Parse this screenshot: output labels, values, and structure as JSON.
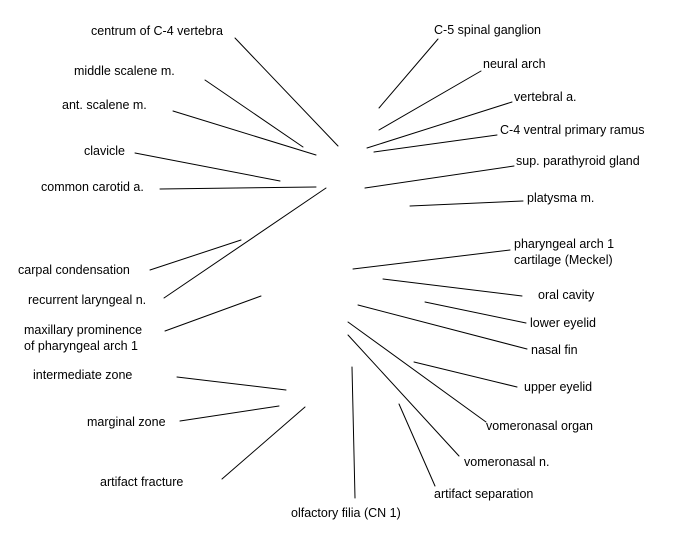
{
  "colors": {
    "background": "#ffffff",
    "text": "#000000",
    "leader_line": "#000000"
  },
  "labels": {
    "centrum": "centrum of C-4 vertebra",
    "middle_scalene": "middle scalene m.",
    "ant_scalene": "ant. scalene m.",
    "clavicle": "clavicle",
    "common_carotid": "common carotid a.",
    "carpal_condensation": "carpal condensation",
    "recurrent_laryngeal": "recurrent laryngeal n.",
    "maxillary_prominence": "maxillary prominence\nof pharyngeal arch 1",
    "intermediate_zone": "intermediate zone",
    "marginal_zone": "marginal zone",
    "artifact_fracture": "artifact fracture",
    "olfactory_filia": "olfactory filia (CN 1)",
    "c5_ganglion": "C-5 spinal ganglion",
    "neural_arch": "neural arch",
    "vertebral_a": "vertebral a.",
    "c4_ventral_ramus": "C-4 ventral primary ramus",
    "sup_parathyroid": "sup. parathyroid gland",
    "platysma": "platysma m.",
    "meckel": "pharyngeal arch 1\ncartilage (Meckel)",
    "oral_cavity": "oral cavity",
    "lower_eyelid": "lower eyelid",
    "nasal_fin": "nasal fin",
    "upper_eyelid": "upper eyelid",
    "vomeronasal_organ": "vomeronasal organ",
    "vomeronasal_n": "vomeronasal n.",
    "artifact_separation": "artifact separation"
  }
}
